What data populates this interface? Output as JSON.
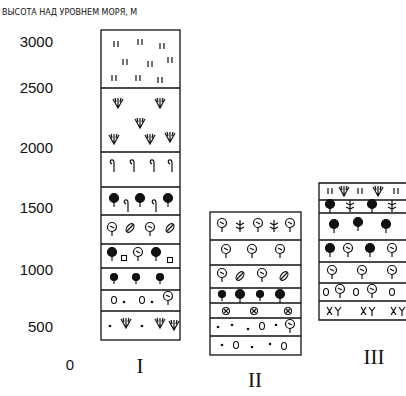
{
  "diagram": {
    "labels": [
      "ВЫСОТА НАД УРОВНЕМ МОРЯ, М",
      "3000",
      "2500",
      "2000",
      "1500",
      "1000",
      "500",
      "0",
      "I",
      "II",
      "III"
    ]
  }
}
